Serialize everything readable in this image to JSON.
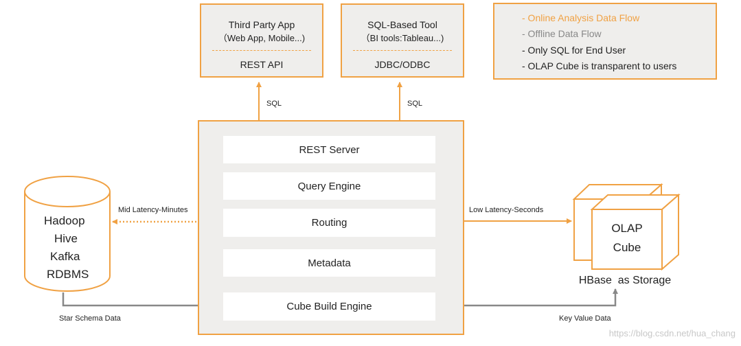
{
  "clients": {
    "third_party": {
      "title1": "Third Party App",
      "title2": "（Web App, Mobile...)",
      "protocol": "REST API"
    },
    "sql_tool": {
      "title1": "SQL-Based Tool",
      "title2": "（BI tools:Tableau...)",
      "protocol": "JDBC/ODBC"
    }
  },
  "legend": {
    "online": "- Online Analysis Data Flow",
    "offline": "- Offline Data Flow",
    "sql_only": "- Only SQL for End User",
    "cube_transparent": "- OLAP Cube is transparent to users",
    "colors": {
      "online": "#f0a143",
      "offline": "#888888"
    }
  },
  "edges": {
    "sql_left": "SQL",
    "sql_right": "SQL",
    "mid_latency": "Mid Latency-Minutes",
    "low_latency": "Low Latency-Seconds",
    "star_schema": "Star Schema Data",
    "key_value": "Key Value Data"
  },
  "kylin": {
    "components": [
      "REST Server",
      "Query Engine",
      "Routing",
      "Metadata",
      "Cube Build Engine"
    ]
  },
  "sources": [
    "Hadoop",
    "Hive",
    "Kafka",
    "RDBMS"
  ],
  "cube": {
    "line1": "OLAP",
    "line2": "Cube",
    "caption": "HBase  as Storage"
  },
  "watermark": "https://blog.csdn.net/hua_chang"
}
